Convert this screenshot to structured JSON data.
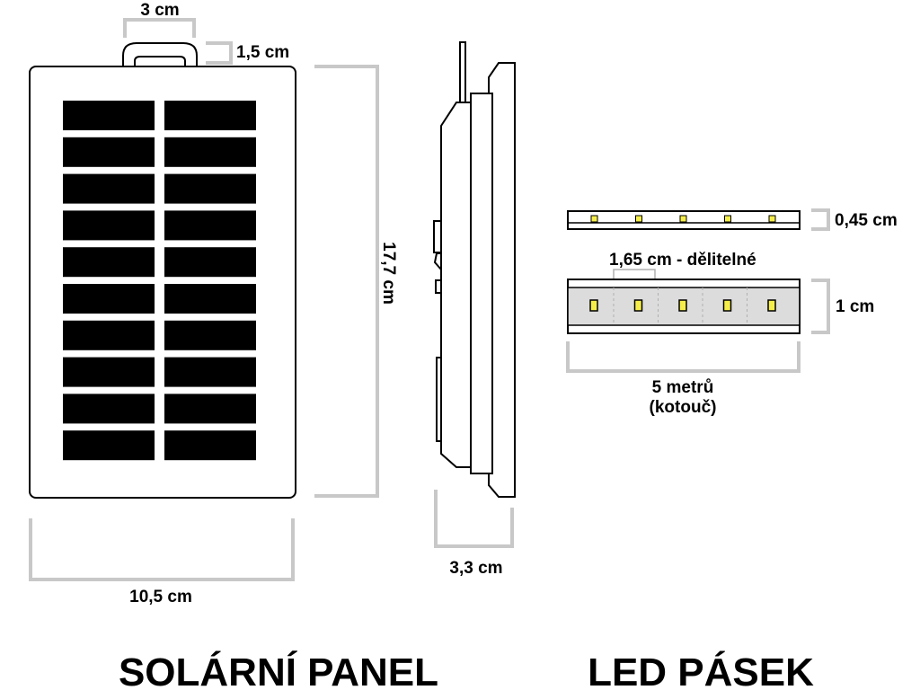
{
  "solar_panel": {
    "title": "SOLÁRNÍ PANEL",
    "width_label": "10,5 cm",
    "height_label": "17,7 cm",
    "handle_width_label": "3 cm",
    "handle_height_label": "1,5 cm",
    "depth_label": "3,3 cm",
    "cell_columns": 2,
    "cell_rows": 10
  },
  "led_strip": {
    "title": "LED PÁSEK",
    "thickness_label": "0,45 cm",
    "width_label": "1 cm",
    "segment_label": "1,65 cm - dělitelné",
    "length_label": "5 metrů",
    "length_note": "(kotouč)",
    "leds_visible": 5
  },
  "colors": {
    "cell": "#000000",
    "dimension_line": "#c8c8c8",
    "led": "#f5ee4a",
    "strip_fill": "#dcdcdc"
  }
}
